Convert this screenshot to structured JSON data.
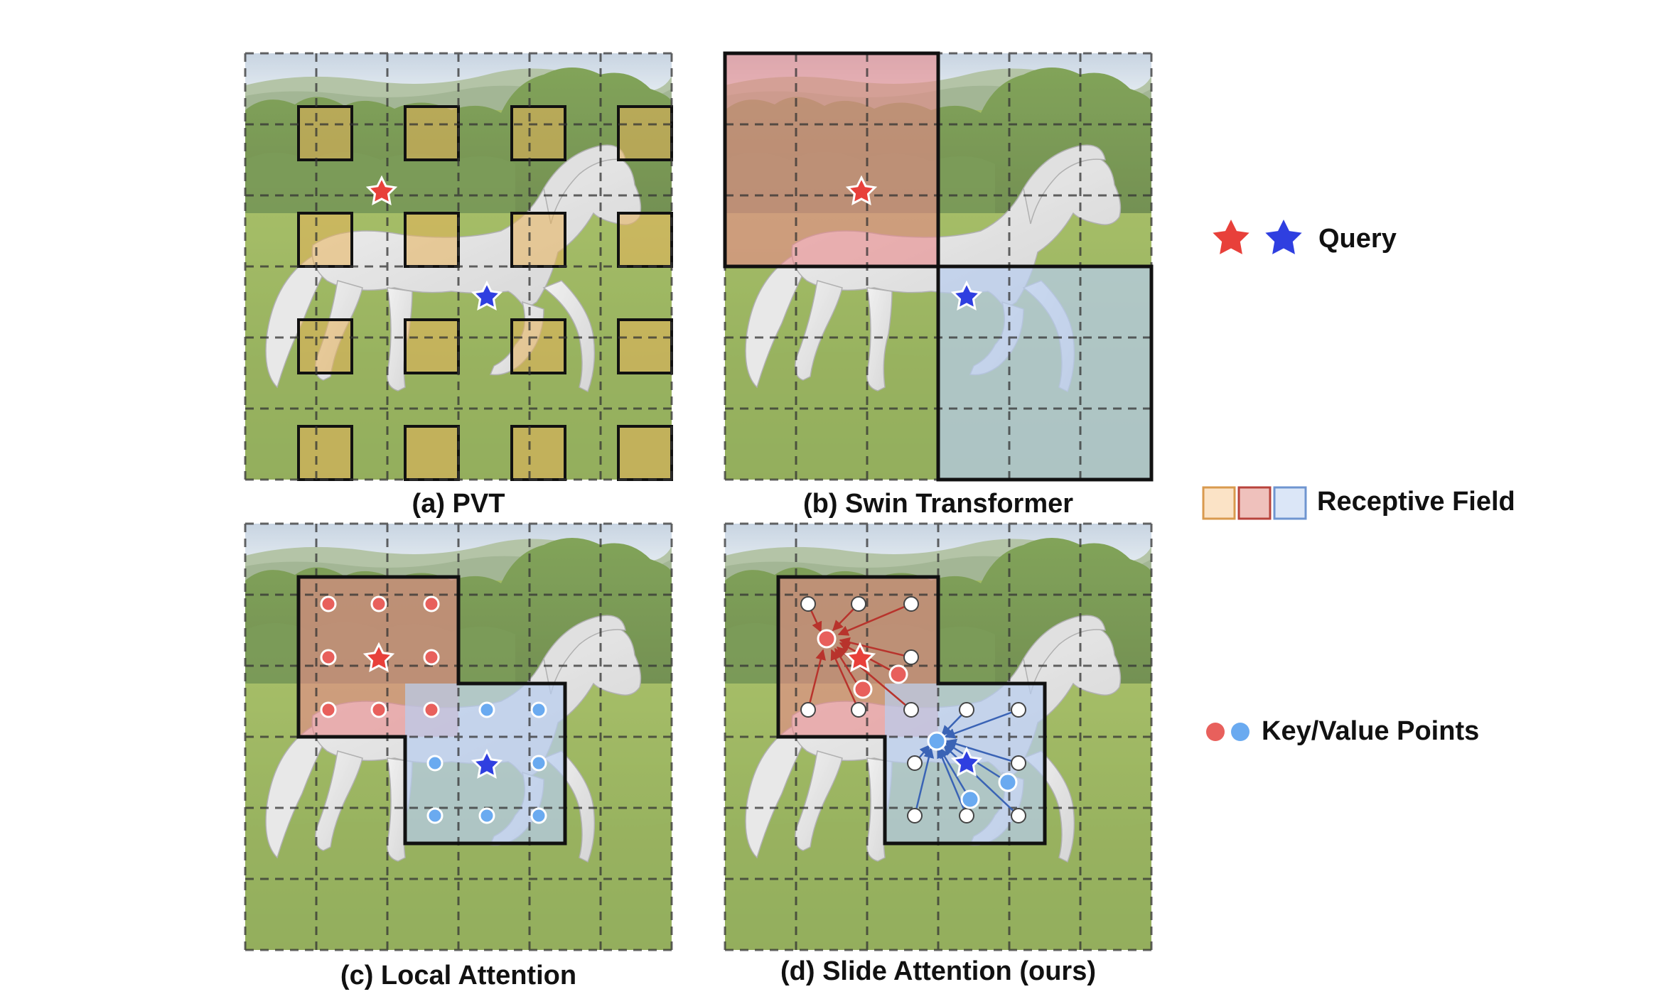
{
  "panels": [
    {
      "id": "a",
      "caption": "(a) PVT",
      "method": "PVT"
    },
    {
      "id": "b",
      "caption": "(b) Swin Transformer",
      "method": "Swin Transformer"
    },
    {
      "id": "c",
      "caption": "(c) Local Attention",
      "method": "Local Attention"
    },
    {
      "id": "d",
      "caption": "(d) Slide Attention (ours)",
      "method": "Slide Attention"
    }
  ],
  "legend": {
    "query": "Query",
    "receptive_field": "Receptive Field",
    "key_value": "Key/Value Points"
  },
  "colors": {
    "query_red": "#e8403a",
    "query_blue": "#2f3fe0",
    "rf_orange": "#f5c89a",
    "rf_red": "#e9a29c",
    "rf_blue": "#b8cdf0",
    "kv_red": "#e8605c",
    "kv_blue": "#6aaaf0"
  }
}
